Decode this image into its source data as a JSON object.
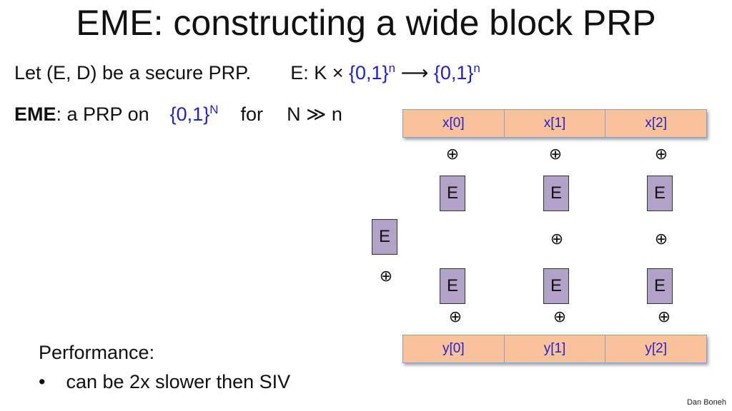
{
  "title": "EME:   constructing a wide block PRP",
  "line1": {
    "prefix": "Let  (E, D) be a secure PRP.",
    "map_prefix": "E: K ×",
    "set1": "{0,1}",
    "set1_exp": "n",
    "arrow": "⟶",
    "set2": "{0,1}",
    "set2_exp": "n"
  },
  "line2": {
    "label": "EME",
    "middle": ":   a PRP on",
    "set": "{0,1}",
    "set_exp": "N",
    "for": "for",
    "relation": "N ≫ n"
  },
  "diagram": {
    "inputs": [
      "x[0]",
      "x[1]",
      "x[2]"
    ],
    "outputs": [
      "y[0]",
      "y[1]",
      "y[2]"
    ],
    "block_label": "E",
    "xor_symbol": "⊕"
  },
  "performance": {
    "heading": "Performance:",
    "bullet_symbol": "•",
    "items": [
      "can be 2x slower then SIV"
    ]
  },
  "footer": "Dan Boneh",
  "colors": {
    "set_blue": "#2222cc",
    "block_fill": "#b3a2c7",
    "row_fill": "#f9c29a"
  }
}
